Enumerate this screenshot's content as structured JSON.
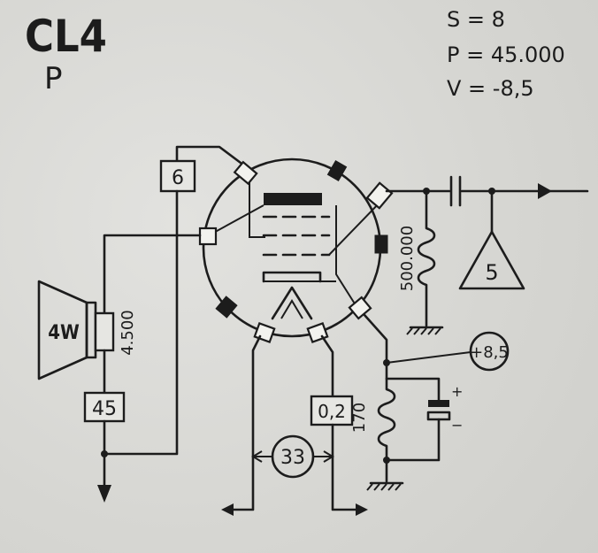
{
  "tube": {
    "name": "CL4",
    "sub": "P"
  },
  "params": {
    "s": "S = 8",
    "p": "P = 45.000",
    "v": "V = -8,5"
  },
  "labels": {
    "pin_box_top": "6",
    "speaker": "4W",
    "transformer_ratio": "4.500",
    "box_left": "45",
    "grid_resistor": "500.000",
    "triangle": "5",
    "plus_voltage": "+8,5",
    "cathode_resistor": "170",
    "box_heater": "0,2",
    "heater_voltage": "33",
    "cap_plus": "+",
    "cap_minus": "−"
  }
}
